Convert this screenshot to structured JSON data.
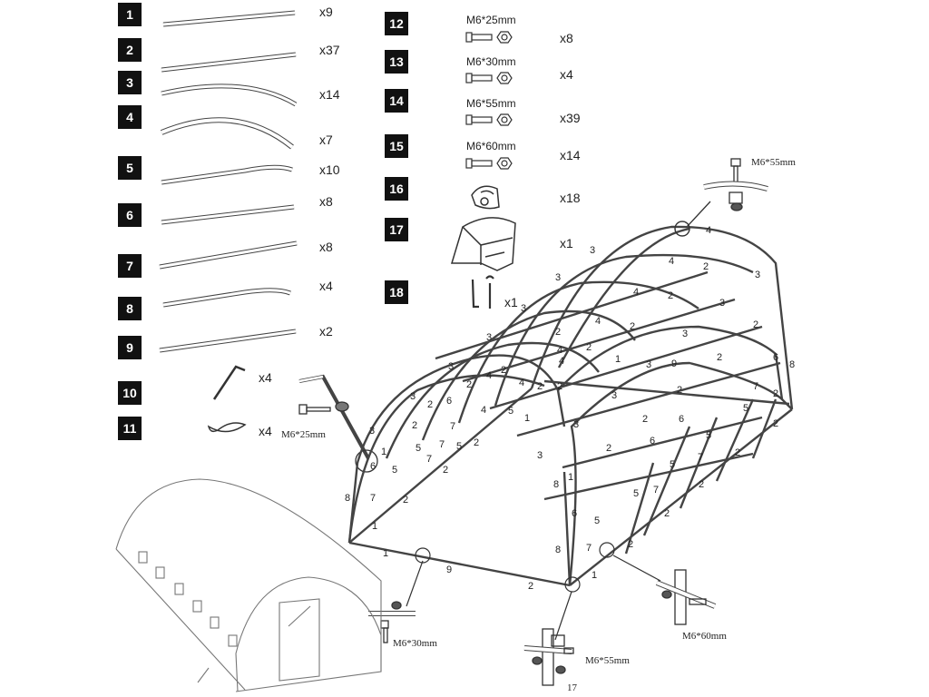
{
  "parts": [
    {
      "number": "1",
      "qty": "x9"
    },
    {
      "number": "2",
      "qty": "x37"
    },
    {
      "number": "3",
      "qty": "x14"
    },
    {
      "number": "4",
      "qty": "x7"
    },
    {
      "number": "5",
      "qty": "x10"
    },
    {
      "number": "6",
      "qty": "x8"
    },
    {
      "number": "7",
      "qty": "x8"
    },
    {
      "number": "8",
      "qty": "x4"
    },
    {
      "number": "9",
      "qty": "x2"
    },
    {
      "number": "10",
      "qty": "x4"
    },
    {
      "number": "11",
      "qty": "x4"
    },
    {
      "number": "12",
      "spec": "M6*25mm",
      "qty": "x8"
    },
    {
      "number": "13",
      "spec": "M6*30mm",
      "qty": "x4"
    },
    {
      "number": "14",
      "spec": "M6*55mm",
      "qty": "x39"
    },
    {
      "number": "15",
      "spec": "M6*60mm",
      "qty": "x14"
    },
    {
      "number": "16",
      "qty": "x18"
    },
    {
      "number": "17",
      "qty": "x1"
    },
    {
      "number": "18",
      "qty": "x1"
    }
  ],
  "callouts": {
    "top_right": "M6*55mm",
    "left_bolt": "M6*25mm",
    "bottom_left": "M6*30mm",
    "bottom_center": "M6*55mm",
    "bottom_center_part": "17",
    "bottom_right": "M6*60mm"
  },
  "frame_labels": [
    "1",
    "2",
    "3",
    "4",
    "5",
    "6",
    "7",
    "8",
    "9"
  ]
}
